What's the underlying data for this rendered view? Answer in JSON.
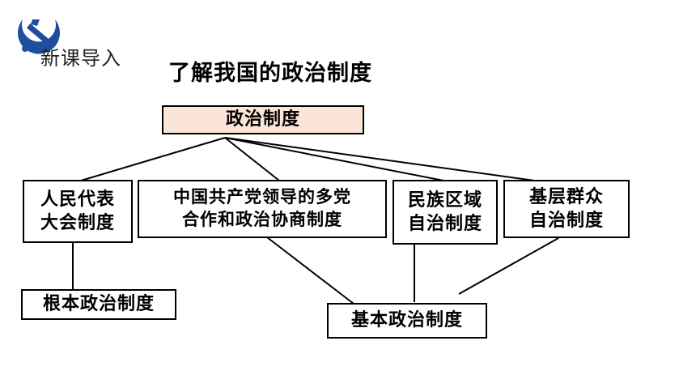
{
  "header": {
    "section_label": "新课导入",
    "title": "了解我国的政治制度",
    "logo_icon": "party-emblem-icon",
    "accent_color": "#1f4e9c"
  },
  "diagram": {
    "root": "政治制度",
    "root_fill": "#fbe5d6",
    "nodes": {
      "npc_line1": "人民代表",
      "npc_line2": "大会制度",
      "cpc_line1": "中国共产党领导的多党",
      "cpc_line2": "合作和政治协商制度",
      "ethnic_line1": "民族区域",
      "ethnic_line2": "自治制度",
      "grassroots_line1": "基层群众",
      "grassroots_line2": "自治制度"
    },
    "fundamental": "根本政治制度",
    "basic": "基本政治制度"
  }
}
